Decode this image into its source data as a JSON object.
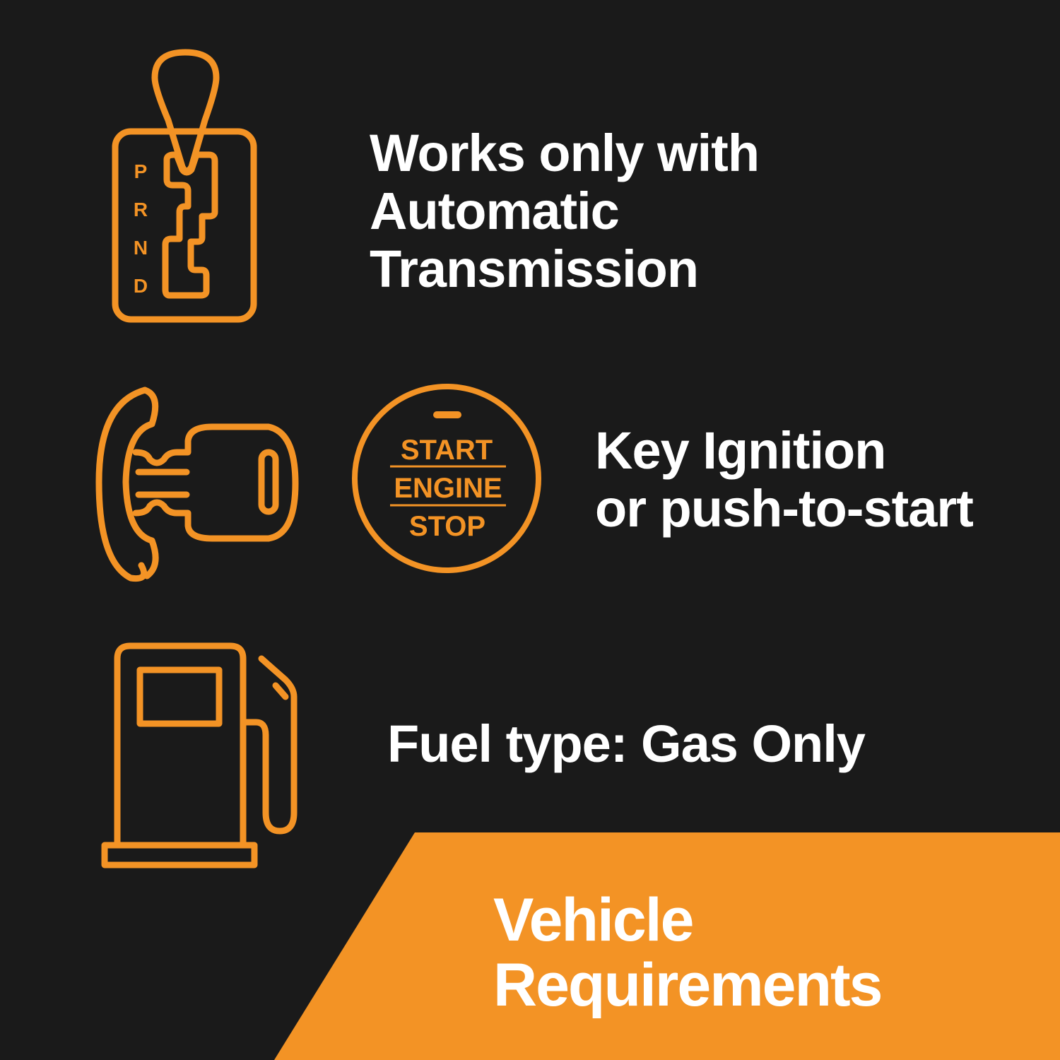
{
  "colors": {
    "background": "#1a1a1a",
    "accent": "#f39325",
    "text": "#ffffff"
  },
  "features": [
    {
      "icon": "gear-shifter-icon",
      "shift_letters": [
        "P",
        "R",
        "N",
        "D"
      ],
      "lines": [
        "Works only with",
        "Automatic",
        "Transmission"
      ]
    },
    {
      "icons": [
        "ignition-key-icon",
        "start-stop-button-icon"
      ],
      "button_labels": [
        "START",
        "ENGINE",
        "STOP"
      ],
      "lines": [
        "Key Ignition",
        "or push-to-start"
      ]
    },
    {
      "icon": "fuel-pump-icon",
      "lines": [
        "Fuel type: Gas Only"
      ]
    }
  ],
  "banner": {
    "lines": [
      "Vehicle",
      "Requirements"
    ]
  }
}
